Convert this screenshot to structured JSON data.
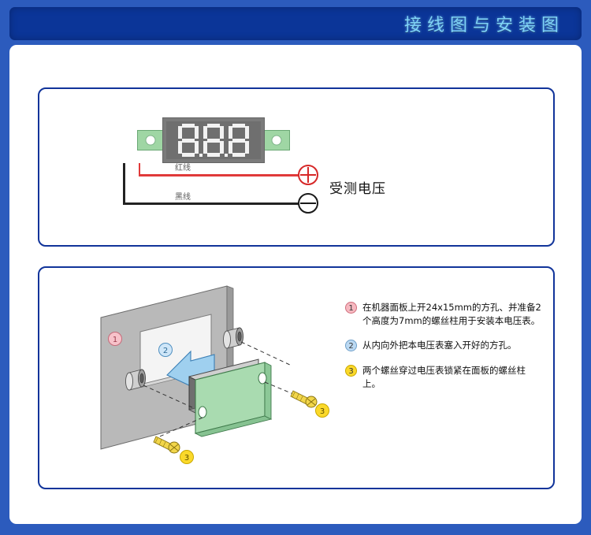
{
  "header": {
    "title": "接线图与安装图"
  },
  "wiring_panel": {
    "meter": {
      "display_value": "8.8.8",
      "digits": [
        "8",
        "8",
        "8"
      ],
      "body_color": "#7b7b7b",
      "segment_color": "#f2f2f2",
      "tab_color": "#9fd6a4"
    },
    "wires": [
      {
        "name": "red-wire",
        "label": "红线",
        "color": "#e03a3a"
      },
      {
        "name": "black-wire",
        "label": "黑线",
        "color": "#222222"
      }
    ],
    "terminals": [
      {
        "name": "positive-terminal",
        "symbol": "+",
        "color": "#d62828"
      },
      {
        "name": "negative-terminal",
        "symbol": "-",
        "color": "#1a1a1a"
      }
    ],
    "source_label": "受测电压"
  },
  "install_panel": {
    "diagram_markers": [
      {
        "id": "1",
        "label": "①",
        "color": "#f6b8c0"
      },
      {
        "id": "2",
        "label": "②",
        "color": "#bcd9f2"
      },
      {
        "id": "3",
        "label": "③",
        "color": "#fbd92a"
      }
    ],
    "instructions": [
      {
        "marker": "1",
        "text": "在机器面板上开24x15mm的方孔、并准备2个高度为7mm的螺丝柱用于安装本电压表。"
      },
      {
        "marker": "2",
        "text": "从内向外把本电压表塞入开好的方孔。"
      },
      {
        "marker": "3",
        "text": "两个螺丝穿过电压表锁紧在面板的螺丝柱上。"
      }
    ]
  },
  "colors": {
    "page_background": "#2c5bbd",
    "header_bar": "#0b3598",
    "header_text": "#7fd3f7",
    "panel_border": "#11349a",
    "sheet": "#ffffff"
  }
}
